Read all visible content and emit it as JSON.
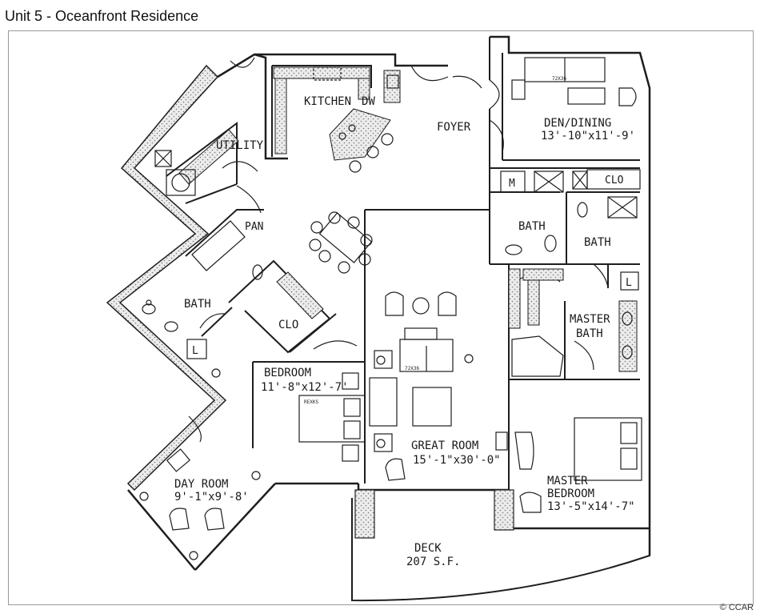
{
  "title": "Unit 5 - Oceanfront Residence",
  "rooms": {
    "kitchen": "KITCHEN",
    "dw": "DW",
    "utility": "UTILITY",
    "foyer": "FOYER",
    "den_dining": "DEN/DINING",
    "den_dining_dims": "13'-10\"x11'-9'",
    "m": "M",
    "clo_top": "CLO",
    "pan": "PAN",
    "bath_center": "BATH",
    "bath_right": "BATH",
    "bath_left": "BATH",
    "l_right": "L",
    "l_left": "L",
    "clo_left": "CLO",
    "master_bath_1": "MASTER",
    "master_bath_2": "BATH",
    "bedroom": "BEDROOM",
    "bedroom_dims": "11'-8\"x12'-7'",
    "great_room": "GREAT ROOM",
    "great_room_dims": "15'-1\"x30'-0\"",
    "master_bedroom_1": "MASTER",
    "master_bedroom_2": "BEDROOM",
    "master_bedroom_dims": "13'-5\"x14'-7\"",
    "day_room": "DAY ROOM",
    "day_room_dims": "9'-1\"x9'-8'",
    "deck": "DECK",
    "deck_area": "207 S.F."
  },
  "furniture_labels": {
    "tv_den": "72X36",
    "tv_great": "72X36",
    "bed_small": "REXKS"
  },
  "credit": "© CCAR",
  "colors": {
    "wall": "#1e1e1e",
    "hatch": "#8a8a8a",
    "frame": "#9a9a9a"
  }
}
